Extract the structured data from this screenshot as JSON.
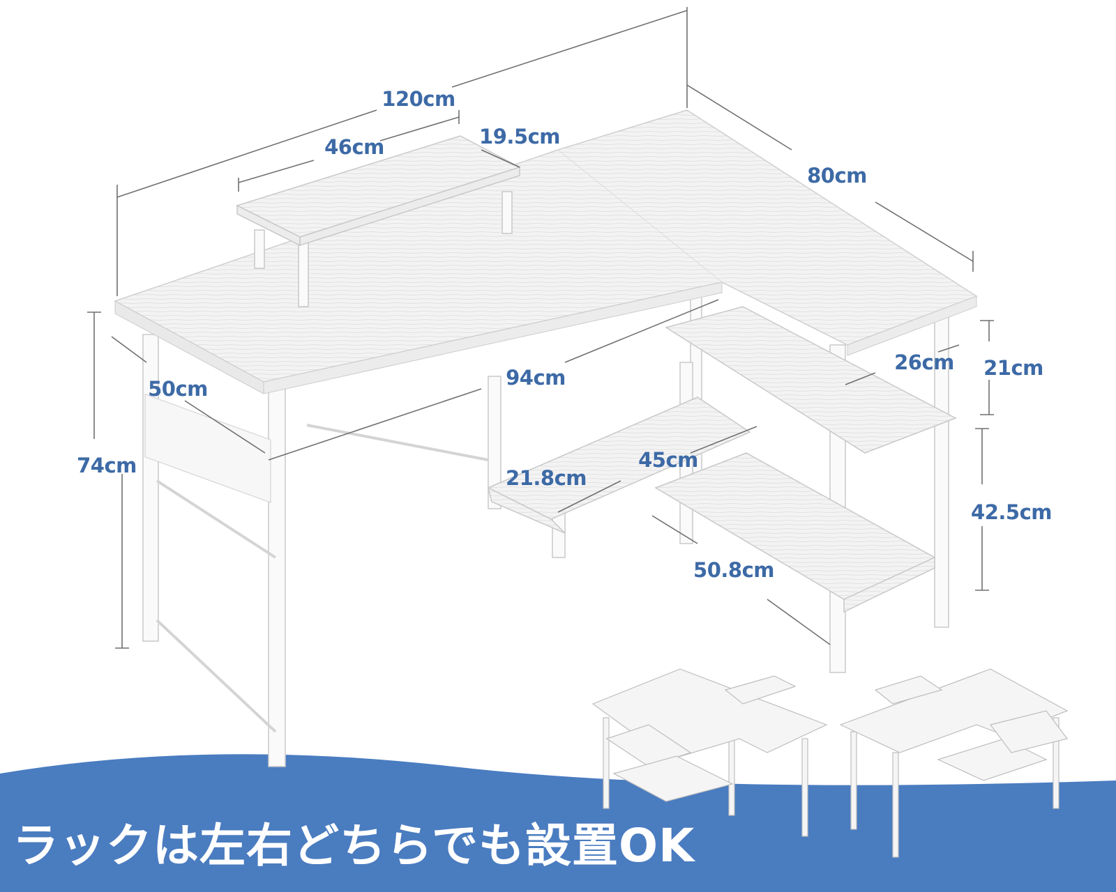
{
  "dimensions": {
    "total_width": "120cm",
    "stand_width": "46cm",
    "stand_offset": "19.5cm",
    "return_length": "80cm",
    "shelf_depth": "26cm",
    "upper_shelf_gap": "21cm",
    "desk_depth": "50cm",
    "inner_width": "94cm",
    "height": "74cm",
    "lower_shelf_width": "45cm",
    "lower_shelf_depth": "21.8cm",
    "lower_shelf_gap": "42.5cm",
    "bottom_shelf_length": "50.8cm"
  },
  "banner": {
    "text": "ラックは左右どちらでも設置OK",
    "color": "#4a7cc0"
  },
  "colors": {
    "label": "#3d6aa6",
    "dimension_line": "#6f6f6f",
    "desk_surface": "#f1f1f1"
  }
}
